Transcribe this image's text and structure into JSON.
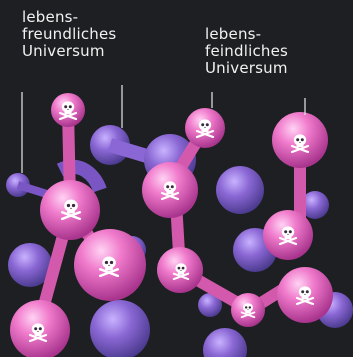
{
  "labels": {
    "friendly": [
      "lebens-",
      "freundliches",
      "Universum"
    ],
    "hostile": [
      "lebens-",
      "feindliches",
      "Universum"
    ]
  },
  "colors": {
    "background": "#1e1f23",
    "friendly_bubble": "#7a56c4",
    "hostile_bubble": "#e060b8",
    "label_text": "#f2f2f2"
  },
  "icons": {
    "hostile_marker": "skull-and-crossbones-icon"
  }
}
